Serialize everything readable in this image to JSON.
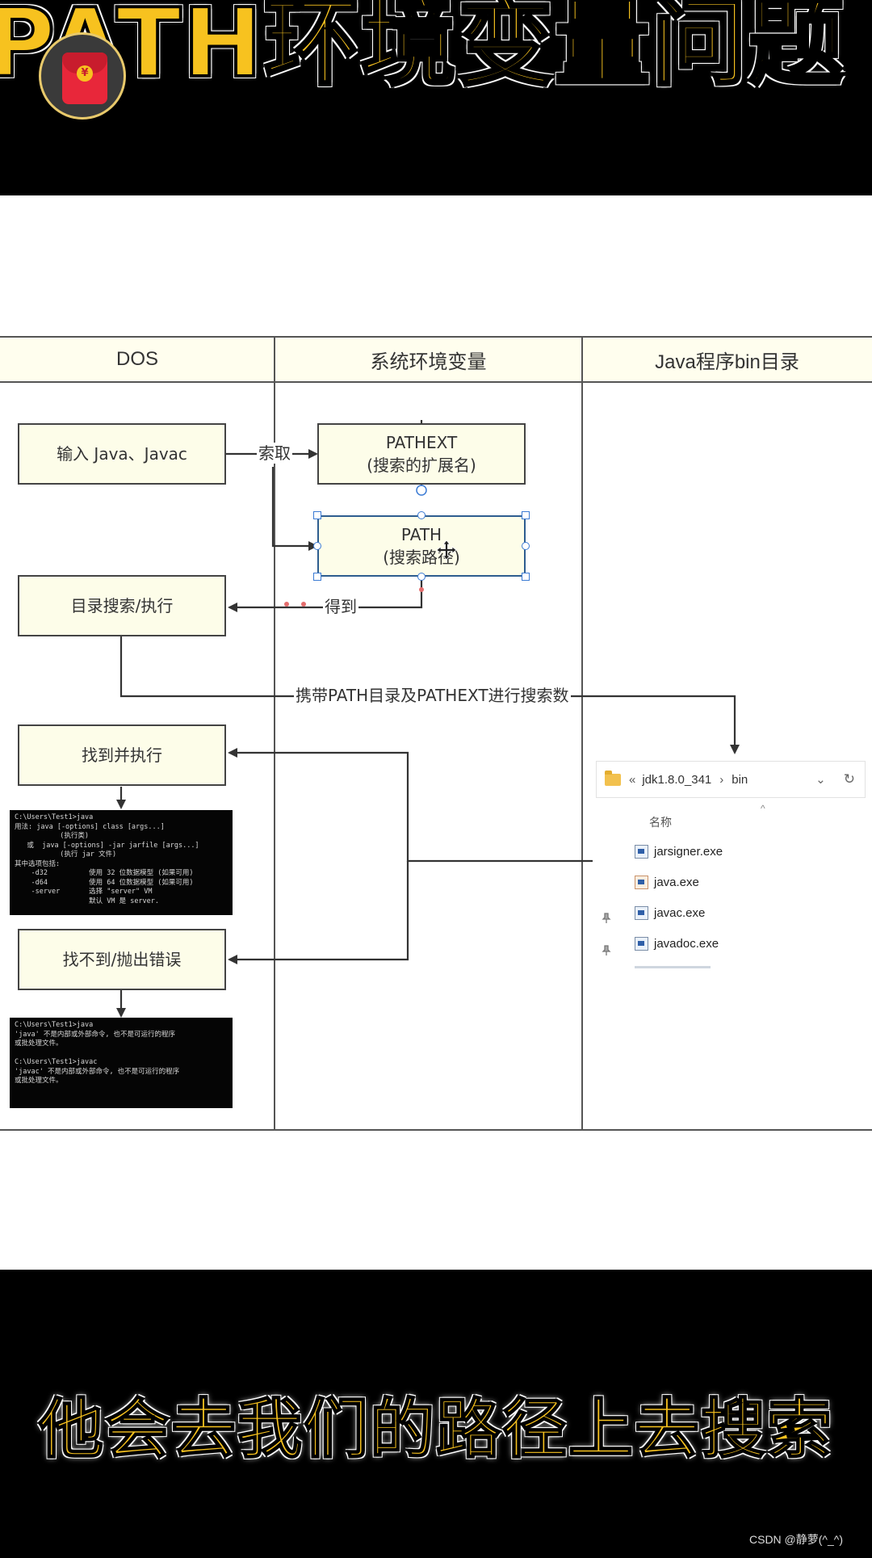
{
  "banner": {
    "title": "PATH环境变量问题"
  },
  "redpacket": {
    "symbol": "¥"
  },
  "lanes": {
    "dos": "DOS",
    "sysenv": "系统环境变量",
    "bin": "Java程序bin目录"
  },
  "nodes": {
    "input": "输入 Java、Javac",
    "pathext_line1": "PATHEXT",
    "pathext_line2": "(搜索的扩展名)",
    "path_line1": "PATH",
    "path_line2": "(搜索路径)",
    "dir_search": "目录搜索/执行",
    "found": "找到并执行",
    "notfound": "找不到/抛出错误"
  },
  "edges": {
    "fetch": "索取",
    "get": "得到",
    "carry": "携带PATH目录及PATHEXT进行搜索数"
  },
  "terminal_success": "C:\\Users\\Test1>java\n用法: java [-options] class [args...]\n           (执行类)\n   或  java [-options] -jar jarfile [args...]\n           (执行 jar 文件)\n其中选项包括:\n    -d32          使用 32 位数据模型 (如果可用)\n    -d64          使用 64 位数据模型 (如果可用)\n    -server       选择 \"server\" VM\n                  默认 VM 是 server.",
  "terminal_error": "C:\\Users\\Test1>java\n'java' 不是内部或外部命令, 也不是可运行的程序\n或批处理文件。\n\nC:\\Users\\Test1>javac\n'javac' 不是内部或外部命令, 也不是可运行的程序\n或批处理文件。",
  "explorer": {
    "prefix": "«",
    "folder": "jdk1.8.0_341",
    "sep": "›",
    "sub": "bin",
    "dropdown": "⌄",
    "refresh": "↻",
    "column_header": "名称",
    "sort_arrow": "^",
    "files": [
      "jarsigner.exe",
      "java.exe",
      "javac.exe",
      "javadoc.exe"
    ]
  },
  "subtitle": "他会去我们的路径上去搜索",
  "watermark": "CSDN @静萝(^_^)"
}
